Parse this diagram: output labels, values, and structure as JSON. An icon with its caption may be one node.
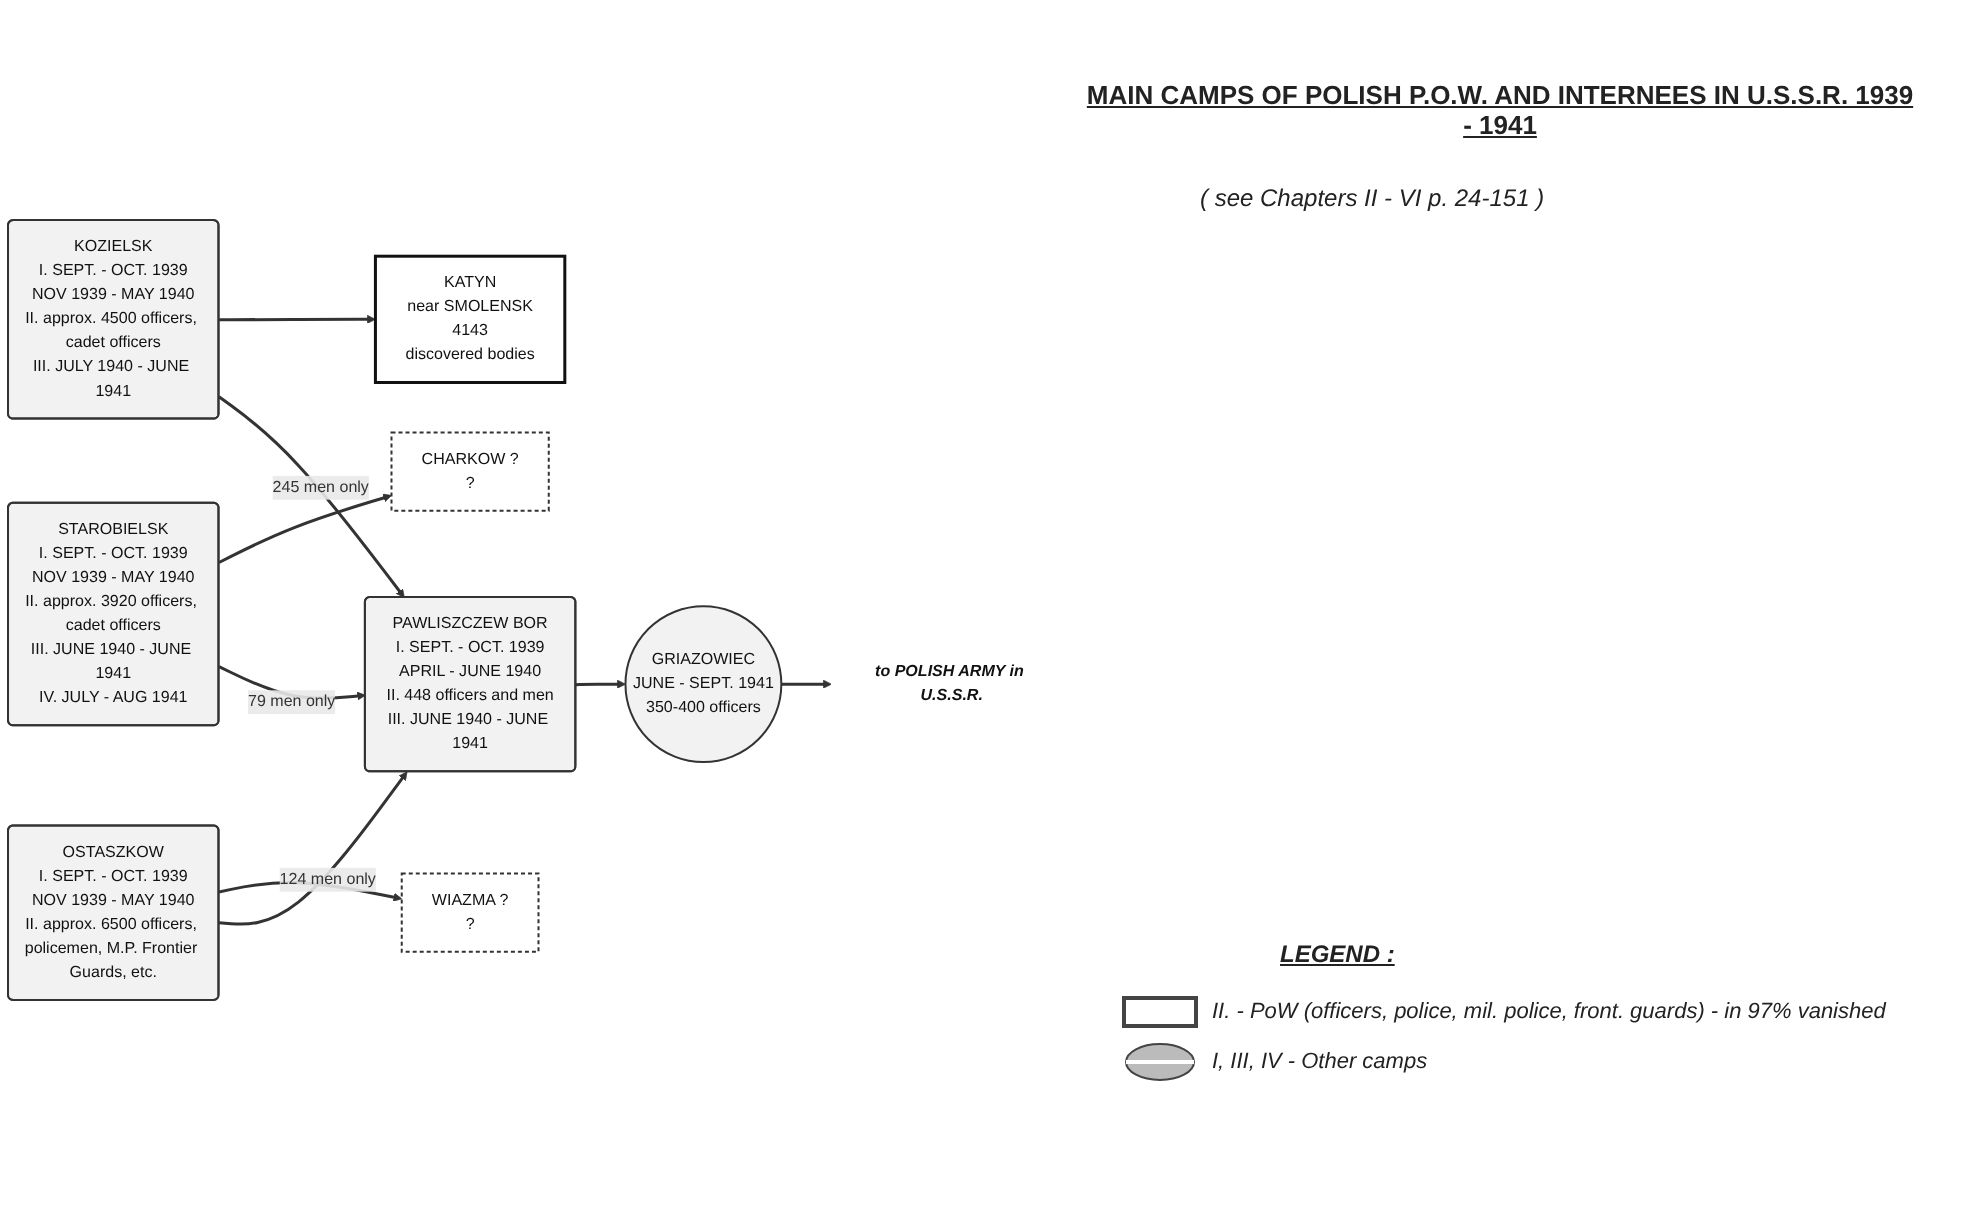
{
  "diagram": {
    "title": "MAIN CAMPS OF POLISH P.O.W. AND INTERNEES IN U.S.S.R. 1939 - 1941",
    "nodes": [
      {
        "text": [
          "KOZIELSK",
          "I. SEPT. - OCT. 1939",
          "NOV 1939 - MAY 1940",
          "II. approx. 4500 officers, cadet officers",
          "III. JULY 1940 - JUNE 1941"
        ]
      },
      {
        "text": [
          "KATYN",
          "near SMOLENSK",
          "4143",
          "discovered bodies"
        ]
      },
      {
        "text": [
          "STAROBIELSK",
          "I. SEPT. - OCT. 1939",
          "NOV 1939 - MAY 1940",
          "II. approx. 3920 officers, cadet officers",
          "III. JUNE 1940 - JUNE 1941",
          "IV. JULY - AUG 1941"
        ]
      },
      {
        "text": [
          "CHARKOW ?",
          "?"
        ]
      },
      {
        "text": [
          "OSTASZKOW",
          "I. SEPT. - OCT. 1939",
          "NOV 1939 - MAY 1940",
          "II. approx. 6500 officers, policemen, M.P. Frontier Guards, etc."
        ]
      },
      {
        "text": [
          "WIAZMA ?",
          "?"
        ]
      },
      {
        "text": [
          "PAWLISZCZEW BOR",
          "I. SEPT. - OCT. 1939",
          "APRIL - JUNE 1940",
          "II. 448 officers and men",
          "III. JUNE 1940 - JUNE 1941"
        ]
      },
      {
        "text": [
          "GRIAZOWIEC",
          "JUNE - SEPT. 1941",
          "350-400 officers"
        ]
      },
      {
        "text": [
          "to POLISH ARMY in U.S.S.R."
        ]
      }
    ],
    "edges": [
      {
        "from": 0,
        "to": 1,
        "arrow": "to"
      },
      {
        "from": 2,
        "to": 3,
        "arrow": "to"
      },
      {
        "from": 4,
        "to": 5,
        "arrow": "to"
      },
      {
        "from": 0,
        "to": 6,
        "arrow": "to",
        "label": "245 men only"
      },
      {
        "from": 2,
        "to": 6,
        "arrow": "to",
        "label": "79 men only"
      },
      {
        "from": 4,
        "to": 6,
        "arrow": "to",
        "label": "124 men only"
      },
      {
        "from": 6,
        "to": 7,
        "arrow": "to"
      },
      {
        "from": 7,
        "to": 8,
        "arrow": "to"
      }
    ],
    "labels": [
      "( see Chapters II - VI p. 24-151 )",
      "LEGEND :"
    ],
    "legend": [
      {
        "text": "II. - PoW (officers, police, mil. police, front. guards) - in 97% vanished"
      },
      {
        "text": "I, III, IV - Other camps"
      }
    ]
  }
}
